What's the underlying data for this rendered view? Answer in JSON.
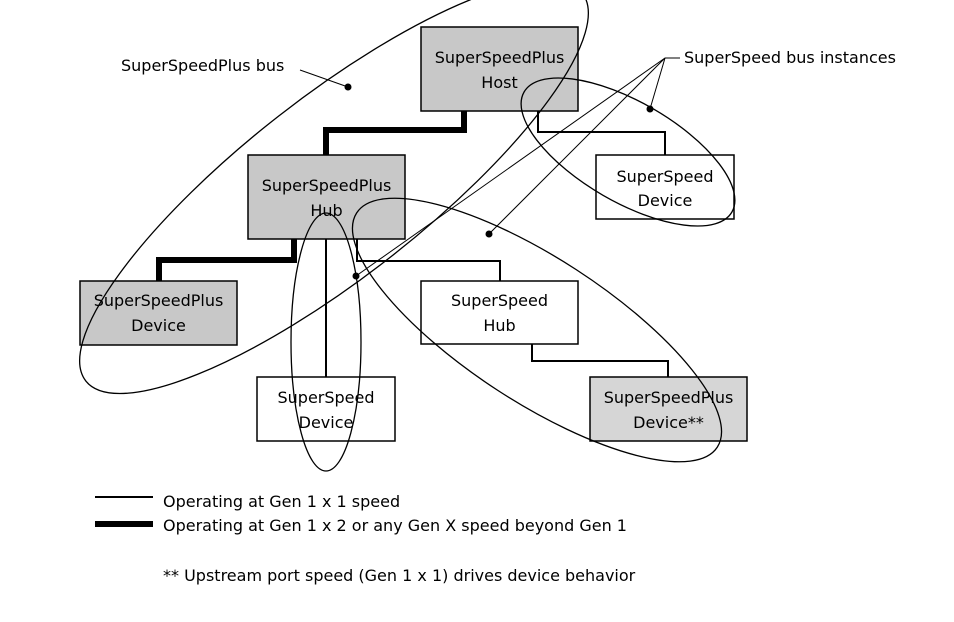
{
  "nodes": {
    "host": {
      "line1": "SuperSpeedPlus",
      "line2": "Host",
      "fill": "#c8c8c8"
    },
    "hub": {
      "line1": "SuperSpeedPlus",
      "line2": "Hub",
      "fill": "#c8c8c8"
    },
    "ss_device_right": {
      "line1": "SuperSpeed",
      "line2": "Device",
      "fill": "#ffffff"
    },
    "ssp_device_left": {
      "line1": "SuperSpeedPlus",
      "line2": "Device",
      "fill": "#c8c8c8"
    },
    "ss_hub": {
      "line1": "SuperSpeed",
      "line2": "Hub",
      "fill": "#ffffff"
    },
    "ss_device_bottom": {
      "line1": "SuperSpeed",
      "line2": "Device",
      "fill": "#ffffff"
    },
    "ssp_device_bottom_right": {
      "line1": "SuperSpeedPlus",
      "line2": "Device**",
      "fill": "#d6d6d6"
    }
  },
  "callouts": {
    "ssp_bus": "SuperSpeedPlus bus",
    "ss_bus_instances": "SuperSpeed bus instances"
  },
  "legend": {
    "thin": "Operating at Gen 1 x 1 speed",
    "thick": "Operating at Gen 1 x 2 or any Gen X speed beyond Gen 1",
    "footnote": "** Upstream port speed (Gen 1 x 1) drives device behavior"
  }
}
